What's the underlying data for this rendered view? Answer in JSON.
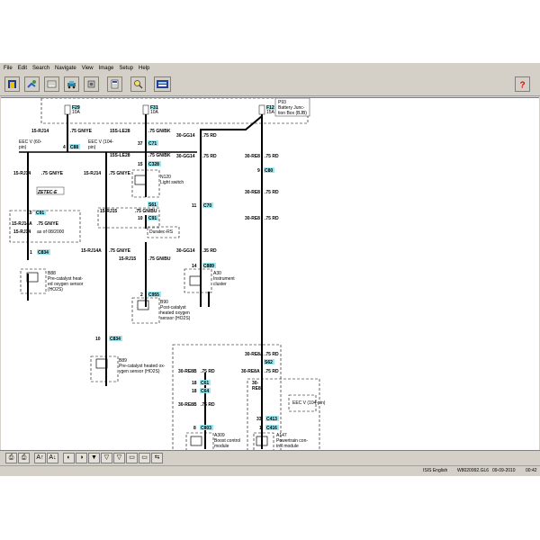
{
  "menu": [
    "File",
    "Edit",
    "Search",
    "Navigate",
    "View",
    "Image",
    "Setup",
    "Help"
  ],
  "toolbar_icons": [
    "home-icon",
    "split-view-icon",
    "notepad-icon",
    "vehicle-icon",
    "tools-icon",
    "document-icon",
    "search-icon",
    "connector-icon"
  ],
  "help_icon": "help-icon",
  "diagram": {
    "p93": [
      "P93",
      "Battery Junc-",
      "tion Box (BJB)"
    ],
    "fuses": [
      {
        "id": "F29",
        "amp": "10A"
      },
      {
        "id": "F31",
        "amp": "10A"
      },
      {
        "id": "F12",
        "amp": "15A"
      }
    ],
    "wires": {
      "w1": "15-RJ14",
      "w1c": ".75 GN/YE",
      "w2": "15S-LE28",
      "w2c": ".75 GN/BK",
      "w3": "30-GG14",
      "w3c": ".75 RD",
      "w4": "30-RE8",
      "w4c": ".75 RD",
      "w5": "15-RJ14",
      "w5c": ".75 GN/YE",
      "w6": "15-RJ14",
      "w6c": ".75 GN/YE",
      "w7": "15-RJ14A",
      "w7c": ".75 GN/YE",
      "w8": "15-RJ14",
      "w8c": "as of 08/2000",
      "w9": "15-RJ15",
      "w9c": ".75 GN/BU",
      "w10": "15S-LE28",
      "w10c": ".75 GN/BK",
      "w11": "30-GG14",
      "w11c": ".75 RD",
      "w12": "30-RE8",
      "w12c": ".75 RD",
      "w13": "30-GG14",
      "w13c": ".35 RD",
      "w14": "15-RJ14A",
      "w14c": ".75 GN/YE",
      "w15": "15-RJ15",
      "w15c": ".75 GN/BU",
      "w16": "30-RE8A",
      "w16c": ".75 RD",
      "w17": "30-RE8B",
      "w17c": ".75 RD",
      "w18": "30-RE8B",
      "w18c": ".75 RD",
      "w19": "30-RE8",
      "w19c": ".75 RD",
      "w20": "30-RE8A",
      "w20c": ".75 RD",
      "w21": "30-",
      "w21b": "RE8"
    },
    "connectors": {
      "c88": "C88",
      "c71": "C71",
      "c328": "C328",
      "c80": "C80",
      "c70": "C70",
      "c91": "C91",
      "s61": "S61",
      "c91b": "C91",
      "c834a": "C834",
      "c889": "C889",
      "c955": "C955",
      "c834b": "C834",
      "s62": "S62",
      "c61": "C61",
      "c64": "C64",
      "c803": "C803",
      "c413": "C413",
      "c416": "C416"
    },
    "pins": {
      "p4": "4",
      "p37": "37",
      "p15": "15",
      "p10": "10",
      "p10b": "10",
      "p1": "1",
      "p2": "2",
      "p11": "11",
      "p14": "14",
      "p9": "9",
      "p18": "18",
      "p18b": "18",
      "p8": "8",
      "p33": "33",
      "p1b": "1",
      "p10c": "10"
    },
    "eec60": [
      "EEC V (60-",
      "pin)"
    ],
    "eec104": [
      "EEC V (104-",
      "pin)"
    ],
    "eec104b": "EEC V (104-pin)",
    "zetec": "ZETEC-E",
    "duratec": "Duratec-RS",
    "n120": [
      "N120",
      "Light switch"
    ],
    "b88": [
      "B88",
      "Pre-catalyst heat-",
      "ed oxygen sensor",
      "(HO2S)"
    ],
    "b90": [
      "B90",
      "Post-catalyst",
      "heated oxygen",
      "sensor (HO2S)"
    ],
    "b89": [
      "B89",
      "Pre-catalyst heated ox-",
      "ygen sensor (HO2S)"
    ],
    "a30": [
      "A30",
      "Instrument",
      "cluster"
    ],
    "a309": [
      "A309",
      "Boost control",
      "module"
    ],
    "a147": [
      "A147",
      "Powertrain con-",
      "trol module"
    ]
  },
  "bottom_buttons": [
    "⎙",
    "⎙",
    "A↑",
    "A↓",
    "◐",
    "◑",
    "▼",
    "▽",
    "▽",
    "▭",
    "▭",
    "⇆"
  ],
  "status": {
    "lang": "ISIS English",
    "file": "W8020992.GL6",
    "date": "09-09-2010",
    "time": "00:42"
  }
}
